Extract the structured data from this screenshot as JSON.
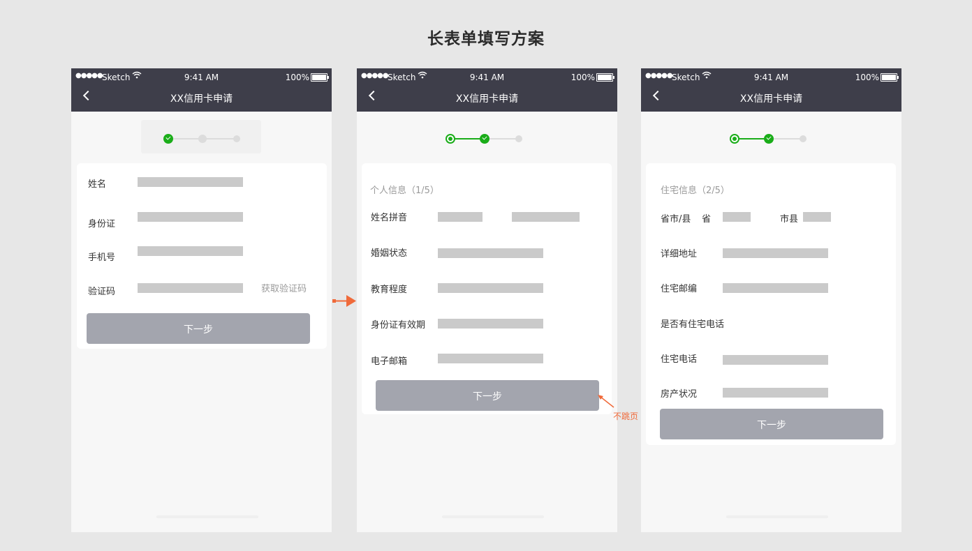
{
  "page_title": "长表单填写方案",
  "status": {
    "signal": "●●●●●",
    "carrier": "Sketch",
    "time": "9:41 AM",
    "battery": "100%"
  },
  "nav_title": "XX信用卡申请",
  "screen1": {
    "fields": [
      "姓名",
      "身份证",
      "手机号",
      "验证码"
    ],
    "get_code": "获取验证码",
    "next": "下一步"
  },
  "screen2": {
    "section": "个人信息（1/5）",
    "fields": [
      "姓名拼音",
      "婚姻状态",
      "教育程度",
      "身份证有效期",
      "电子邮箱"
    ],
    "next": "下一步"
  },
  "screen3": {
    "section": "住宅信息（2/5）",
    "fields": [
      "省市/县",
      "详细地址",
      "住宅邮编",
      "是否有住宅电话",
      "住宅电话",
      "房产状况"
    ],
    "province": "省",
    "city": "市县",
    "next": "下一步"
  },
  "note": "不跳页",
  "colors": {
    "accent": "#1aad19",
    "arrow": "#f06a3a",
    "nav_bg": "#3e3e4a",
    "button": "#a3a5ae"
  }
}
